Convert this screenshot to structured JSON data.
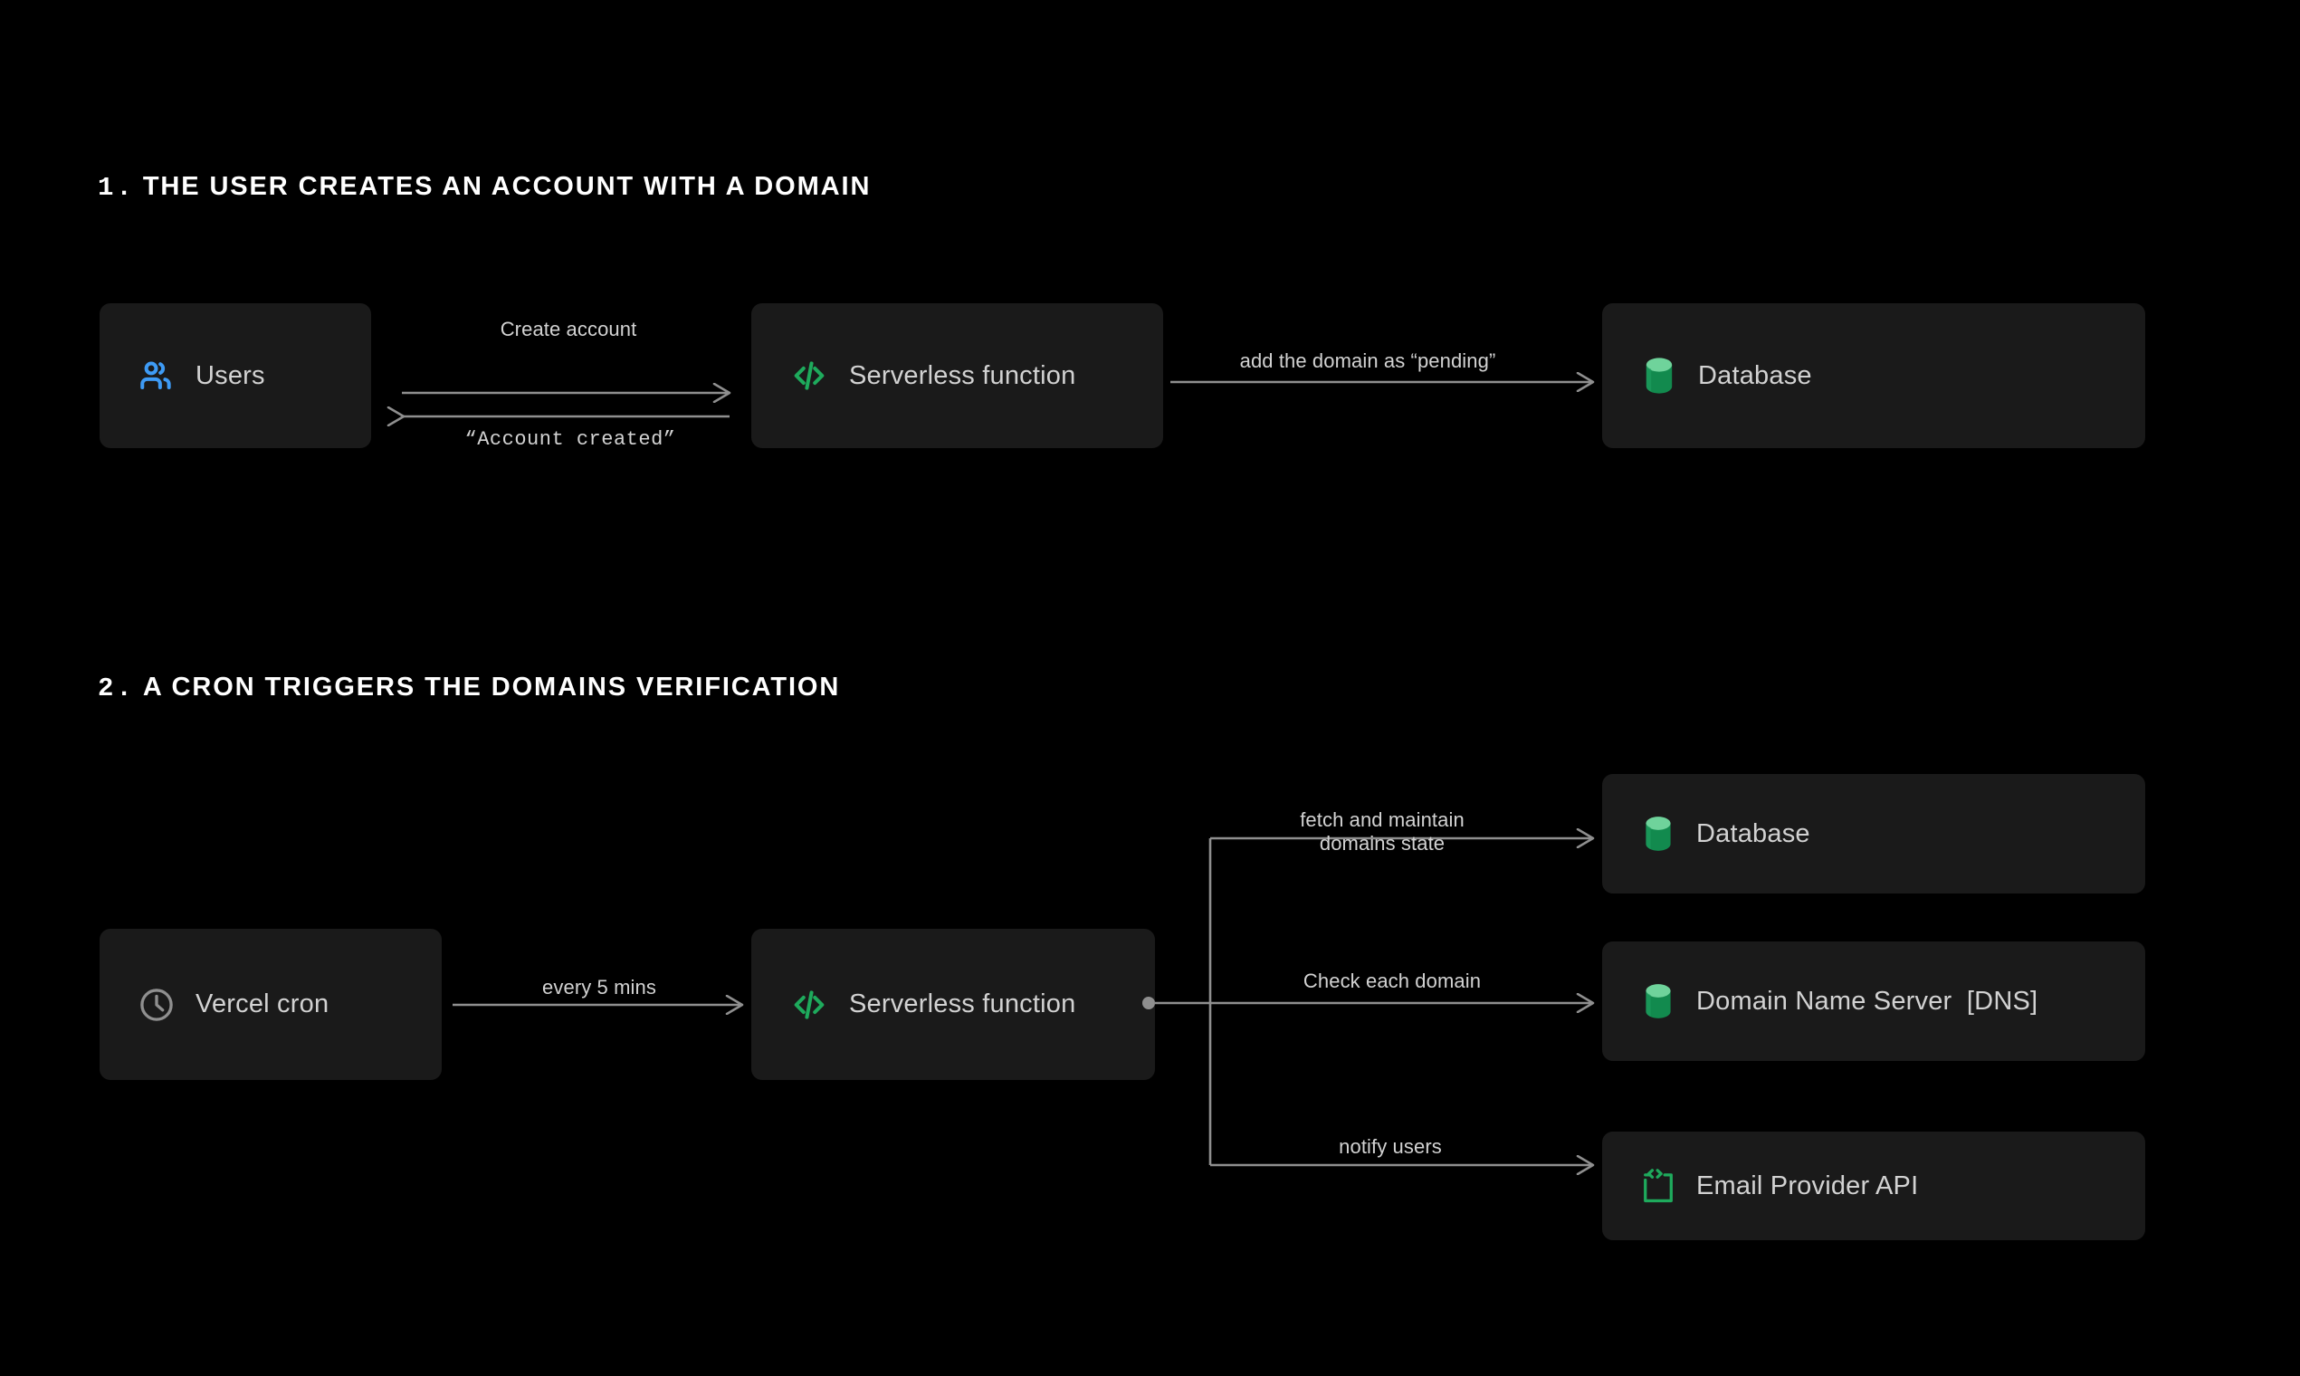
{
  "page": {
    "background": "#000000",
    "box_background": "#1a1a1a",
    "text_color": "#d2d2d2",
    "heading_color": "#ffffff",
    "line_color": "#8f8f8f",
    "accent_green": "#1eaa5c",
    "accent_green_light": "#6fd39b",
    "accent_blue": "#3e9bf5",
    "accent_gray": "#8f8f8f"
  },
  "sections": [
    {
      "number": "1.",
      "title": "THE USER CREATES AN ACCOUNT WITH A DOMAIN",
      "nodes": [
        {
          "id": "users",
          "label": "Users",
          "icon": "users-icon"
        },
        {
          "id": "serverless-1",
          "label": "Serverless function",
          "icon": "code-icon"
        },
        {
          "id": "database-1",
          "label": "Database",
          "icon": "database-icon"
        }
      ],
      "edges": [
        {
          "id": "create-account",
          "label": "Create account",
          "style": "sans"
        },
        {
          "id": "account-created",
          "label": "“Account created”",
          "style": "mono"
        },
        {
          "id": "add-domain-pending",
          "label": "add the domain as “pending”",
          "style": "sans"
        }
      ]
    },
    {
      "number": "2.",
      "title": "A CRON TRIGGERS THE DOMAINS VERIFICATION",
      "nodes": [
        {
          "id": "vercel-cron",
          "label": "Vercel cron",
          "icon": "clock-icon"
        },
        {
          "id": "serverless-2",
          "label": "Serverless function",
          "icon": "code-icon"
        },
        {
          "id": "database-2",
          "label": "Database",
          "icon": "database-icon"
        },
        {
          "id": "dns",
          "label": "Domain Name Server  [DNS]",
          "icon": "database-icon"
        },
        {
          "id": "email-api",
          "label": "Email Provider API",
          "icon": "code-block-icon"
        }
      ],
      "edges": [
        {
          "id": "every-5-mins",
          "label": "every 5 mins",
          "style": "sans"
        },
        {
          "id": "fetch-maintain",
          "label": "fetch and maintain\ndomains state",
          "line1": "fetch and maintain",
          "line2": "domains state",
          "style": "sans"
        },
        {
          "id": "check-each-domain",
          "label": "Check each domain",
          "style": "sans"
        },
        {
          "id": "notify-users",
          "label": "notify users",
          "style": "sans"
        }
      ]
    }
  ]
}
